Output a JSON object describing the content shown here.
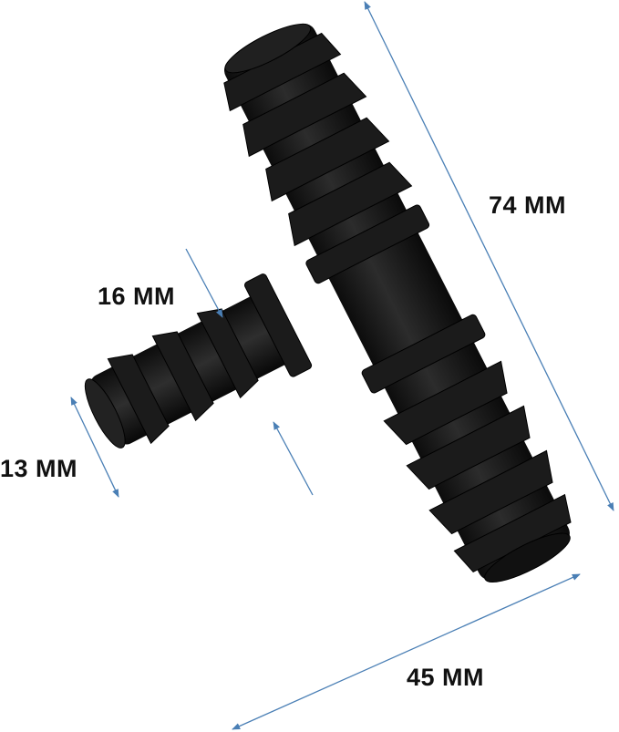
{
  "product": {
    "name": "tee-barbed-connector",
    "color": "#161616",
    "highlight": "#3a3a3a"
  },
  "dimensions": {
    "line_color": "#4a7fb5",
    "label_color": "#111111",
    "length": {
      "label": "74 MM"
    },
    "branch_outer": {
      "label": "16 MM"
    },
    "inner": {
      "label": "13 MM"
    },
    "width": {
      "label": "45 MM"
    }
  }
}
